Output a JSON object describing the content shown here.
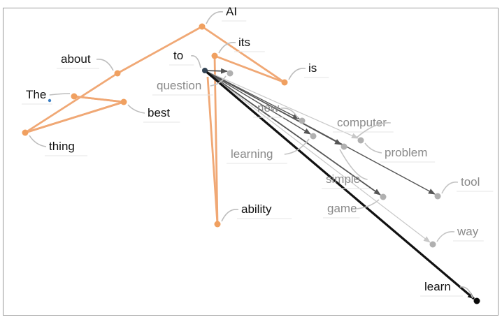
{
  "colors": {
    "path": "#f0a875",
    "path_node": "#f0a060",
    "arrow_dark": "#111111",
    "arrow_mid": "#555555",
    "arrow_light": "#c8c8c8",
    "node_grey": "#b0b0b0",
    "node_dark": "#0a0a0a",
    "label_dark": "#111111",
    "label_grey": "#8a8a8a"
  },
  "words": [
    {
      "id": "ai",
      "text": "AI"
    },
    {
      "id": "its",
      "text": "its"
    },
    {
      "id": "about",
      "text": "about"
    },
    {
      "id": "to",
      "text": "to"
    },
    {
      "id": "is",
      "text": "is"
    },
    {
      "id": "question",
      "text": "question"
    },
    {
      "id": "the",
      "text": "The"
    },
    {
      "id": "best",
      "text": "best"
    },
    {
      "id": "new",
      "text": "new"
    },
    {
      "id": "computer",
      "text": "computer"
    },
    {
      "id": "thing",
      "text": "thing"
    },
    {
      "id": "learning",
      "text": "learning"
    },
    {
      "id": "problem",
      "text": "problem"
    },
    {
      "id": "simple",
      "text": "simple"
    },
    {
      "id": "tool",
      "text": "tool"
    },
    {
      "id": "game",
      "text": "game"
    },
    {
      "id": "ability",
      "text": "ability"
    },
    {
      "id": "way",
      "text": "way"
    },
    {
      "id": "learn",
      "text": "learn"
    }
  ]
}
